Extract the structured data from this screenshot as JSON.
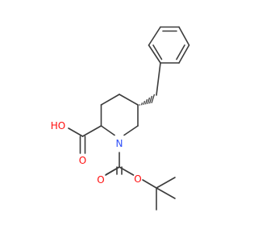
{
  "molecule": {
    "atoms": {
      "hydroxyl_label": "HO",
      "nitrogen_label": "N",
      "carbonyl_o1_label": "O",
      "carbonyl_o2_label": "O",
      "ester_o_label": "O"
    },
    "colors": {
      "bond": "#3c3c3c",
      "oxygen": "#ff0d0d",
      "nitrogen": "#3050f8",
      "background": "#ffffff"
    }
  }
}
